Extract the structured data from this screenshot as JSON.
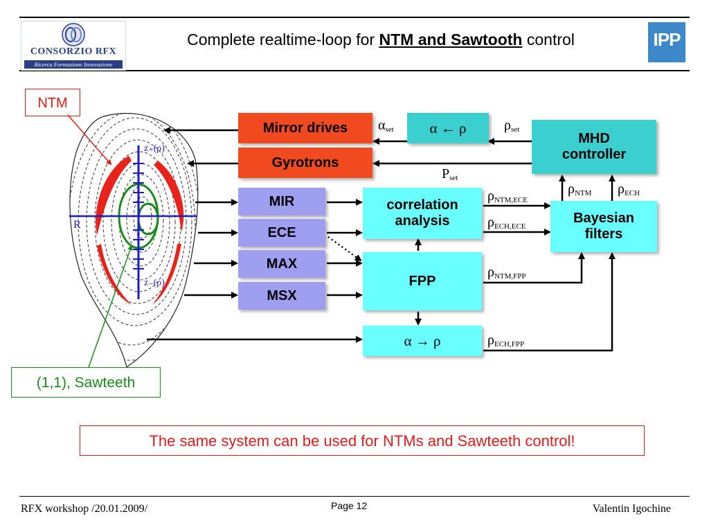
{
  "header": {
    "title_pre": "Complete realtime-loop for ",
    "title_em": "NTM and Sawtooth",
    "title_post": " control",
    "logo_rfx": "CONSORZIO RFX",
    "logo_rfx_sub": "Ricerca Formazione Innovazione",
    "logo_ipp": "IPP"
  },
  "blocks": {
    "mirror": "Mirror drives",
    "gyro": "Gyrotrons",
    "mir": "MIR",
    "ece": "ECE",
    "max": "MAX",
    "msx": "MSX",
    "corr": "correlation analysis",
    "fpp": "FPP",
    "mhd": "MHD controller",
    "bayes": "Bayesian filters",
    "conv_top": "α ← ρ",
    "conv_bot": "α → ρ"
  },
  "signals": {
    "alpha_set": {
      "sym": "α",
      "sub": "set"
    },
    "rho_set": {
      "sym": "ρ",
      "sub": "set"
    },
    "p_set": {
      "sym": "P",
      "sub": "set"
    },
    "rho_ntm": {
      "sym": "ρ",
      "sub": "NTM"
    },
    "rho_ech": {
      "sym": "ρ",
      "sub": "ECH"
    },
    "rho_ntm_ece": {
      "sym": "ρ",
      "sub": "NTM,ECE"
    },
    "rho_ech_ece": {
      "sym": "ρ",
      "sub": "ECH,ECE"
    },
    "rho_ntm_fpp": {
      "sym": "ρ",
      "sub": "NTM,FPP"
    },
    "rho_ech_fpp": {
      "sym": "ρ",
      "sub": "ECH,FPP"
    }
  },
  "plasma": {
    "z_plus": "z₊(ρ)",
    "z_minus": "z₋(ρ)",
    "r_axis": "R"
  },
  "labels": {
    "ntm": "NTM",
    "sawteeth": "(1,1), Sawteeth",
    "note": "The same system can be used for NTMs and Sawteeth control!"
  },
  "footer": {
    "left": "RFX workshop /20.01.2009/",
    "page": "Page 12",
    "right": "Valentin Igochine"
  },
  "colors": {
    "mirror": "#f04a1e",
    "teal": "#3bcfd0",
    "cyan": "#69ffff",
    "lavender": "#9f9ff2",
    "ntm_red": "#e21b1b",
    "saw_green": "#1a8a1a",
    "axis_blue": "#1a1ac8"
  }
}
